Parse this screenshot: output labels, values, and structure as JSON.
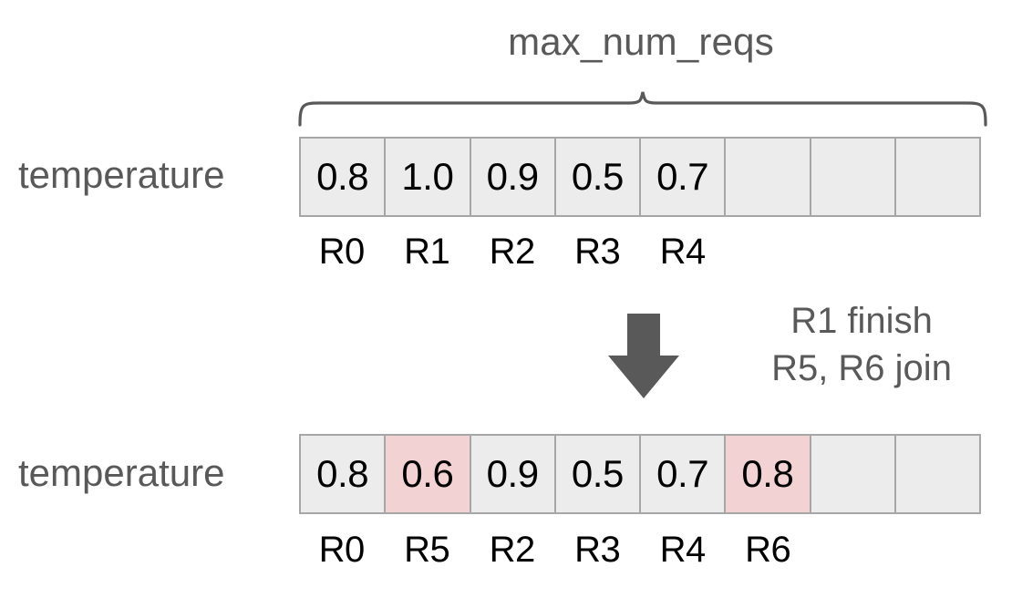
{
  "diagram": {
    "title_annotation": "max_num_reqs",
    "colors": {
      "cell_fill": "#ececec",
      "cell_highlight": "#f2d2d2",
      "cell_border": "#a6a6a6",
      "gray_text": "#595959",
      "value_text": "#000000",
      "arrow": "#595959",
      "background": "#ffffff"
    },
    "brace": {
      "name": "max_num_reqs",
      "spans_label": "max_num_reqs",
      "covers_slots": 8
    },
    "states": [
      {
        "id": "before",
        "row_label": "temperature",
        "slot_count": 8,
        "cells": [
          {
            "value": "0.8",
            "request": "R0",
            "highlighted": false
          },
          {
            "value": "1.0",
            "request": "R1",
            "highlighted": false
          },
          {
            "value": "0.9",
            "request": "R2",
            "highlighted": false
          },
          {
            "value": "0.5",
            "request": "R3",
            "highlighted": false
          },
          {
            "value": "0.7",
            "request": "R4",
            "highlighted": false
          },
          {
            "value": "",
            "request": "",
            "highlighted": false
          },
          {
            "value": "",
            "request": "",
            "highlighted": false
          },
          {
            "value": "",
            "request": "",
            "highlighted": false
          }
        ]
      },
      {
        "id": "after",
        "row_label": "temperature",
        "slot_count": 8,
        "cells": [
          {
            "value": "0.8",
            "request": "R0",
            "highlighted": false
          },
          {
            "value": "0.6",
            "request": "R5",
            "highlighted": true
          },
          {
            "value": "0.9",
            "request": "R2",
            "highlighted": false
          },
          {
            "value": "0.5",
            "request": "R3",
            "highlighted": false
          },
          {
            "value": "0.7",
            "request": "R4",
            "highlighted": false
          },
          {
            "value": "0.8",
            "request": "R6",
            "highlighted": true
          },
          {
            "value": "",
            "request": "",
            "highlighted": false
          },
          {
            "value": "",
            "request": "",
            "highlighted": false
          }
        ]
      }
    ],
    "transition": {
      "arrow_icon": "down-arrow-icon",
      "lines": [
        "R1 finish",
        "R5, R6 join"
      ]
    }
  }
}
